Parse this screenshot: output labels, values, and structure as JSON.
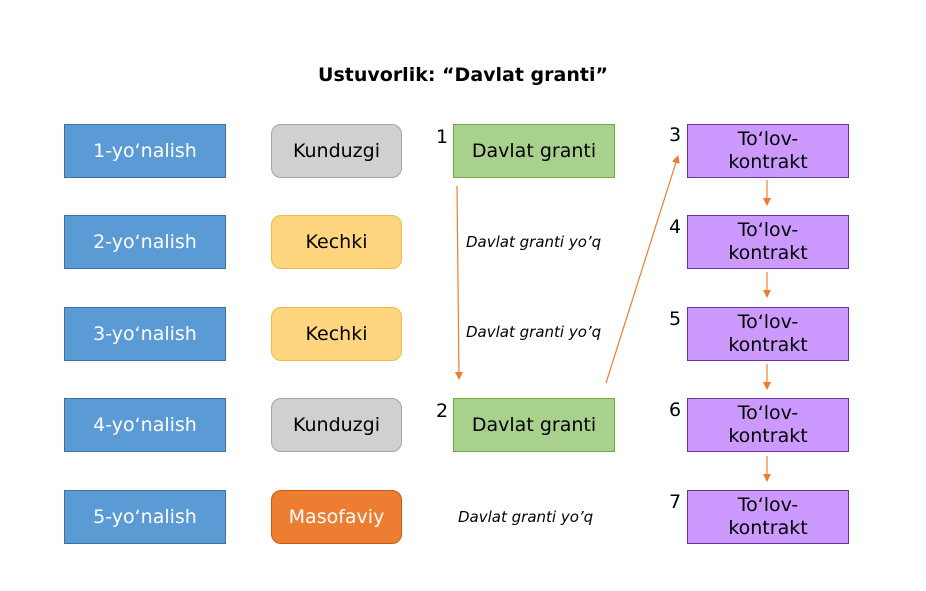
{
  "title": "Ustuvorlik: “Davlat granti”",
  "directions": [
    "1-yo‘nalish",
    "2-yo‘nalish",
    "3-yo‘nalish",
    "4-yo‘nalish",
    "5-yo‘nalish"
  ],
  "forms": [
    "Kunduzgi",
    "Kechki",
    "Kechki",
    "Kunduzgi",
    "Masofaviy"
  ],
  "grant_label": "Davlat granti",
  "no_grant_label": "Davlat granti yo’q",
  "paid_label": "To‘lov-\nkontrakt",
  "rank_numbers": {
    "grant_first": "1",
    "grant_second": "2",
    "paid": [
      "3",
      "4",
      "5",
      "6",
      "7"
    ]
  },
  "colors": {
    "direction": "#5b9bd5",
    "kunduzgi": "#d0d0d0",
    "kechki": "#ffd67f",
    "masofaviy": "#ed7d31",
    "grant": "#a9d18e",
    "paid": "#cc99ff",
    "arrow": "#ed7d31"
  }
}
